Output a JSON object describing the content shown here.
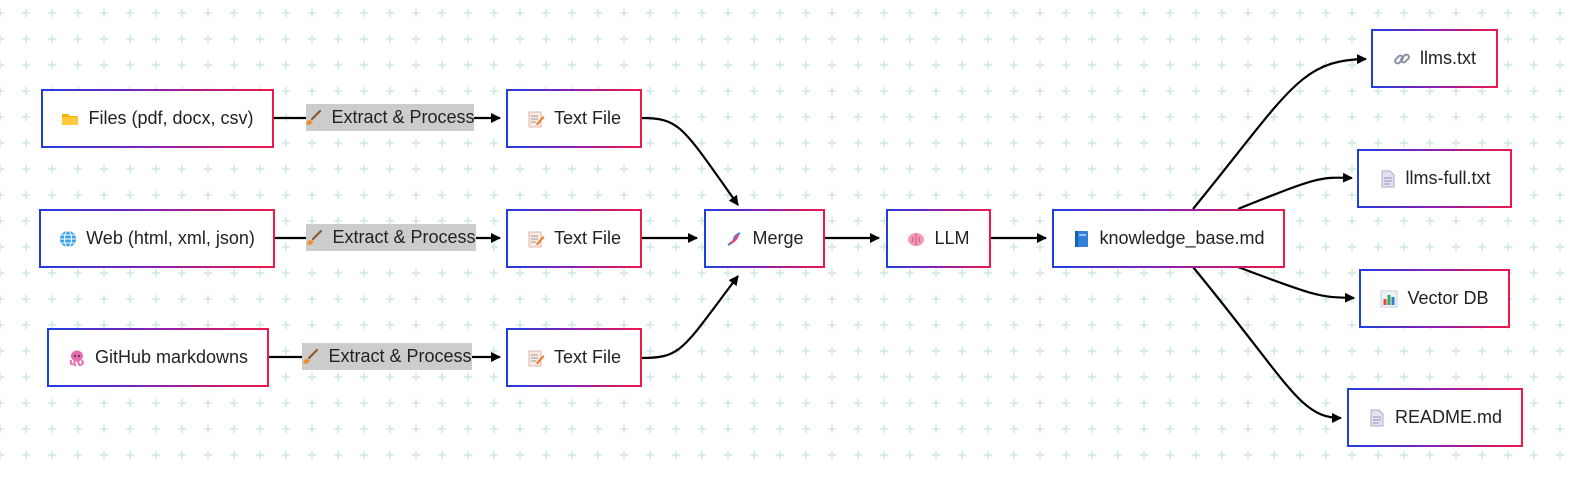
{
  "nodes": {
    "files": {
      "label": "Files (pdf, docx, csv)",
      "icon": "folder-icon"
    },
    "web": {
      "label": "Web (html, xml, json)",
      "icon": "globe-icon"
    },
    "github": {
      "label": "GitHub markdowns",
      "icon": "octopus-icon"
    },
    "text1": {
      "label": "Text File",
      "icon": "memo-icon"
    },
    "text2": {
      "label": "Text File",
      "icon": "memo-icon"
    },
    "text3": {
      "label": "Text File",
      "icon": "memo-icon"
    },
    "merge": {
      "label": "Merge",
      "icon": "dna-icon"
    },
    "llm": {
      "label": "LLM",
      "icon": "brain-icon"
    },
    "kb": {
      "label": "knowledge_base.md",
      "icon": "blue-book-icon"
    },
    "llms": {
      "label": "llms.txt",
      "icon": "link-icon"
    },
    "llmsfull": {
      "label": "llms-full.txt",
      "icon": "page-icon"
    },
    "vectordb": {
      "label": "Vector DB",
      "icon": "bar-chart-icon"
    },
    "readme": {
      "label": "README.md",
      "icon": "page-icon"
    }
  },
  "edge_labels": {
    "extract1": {
      "label": "Extract & Process",
      "icon": "broom-icon"
    },
    "extract2": {
      "label": "Extract & Process",
      "icon": "broom-icon"
    },
    "extract3": {
      "label": "Extract & Process",
      "icon": "broom-icon"
    }
  },
  "colors": {
    "border_gradient": [
      "#1f3fe0",
      "#8a1fb0",
      "#f01848"
    ],
    "edge_label_bg": "#cccccc",
    "grid_mark": "#cfe9e4",
    "edge": "#000000"
  }
}
